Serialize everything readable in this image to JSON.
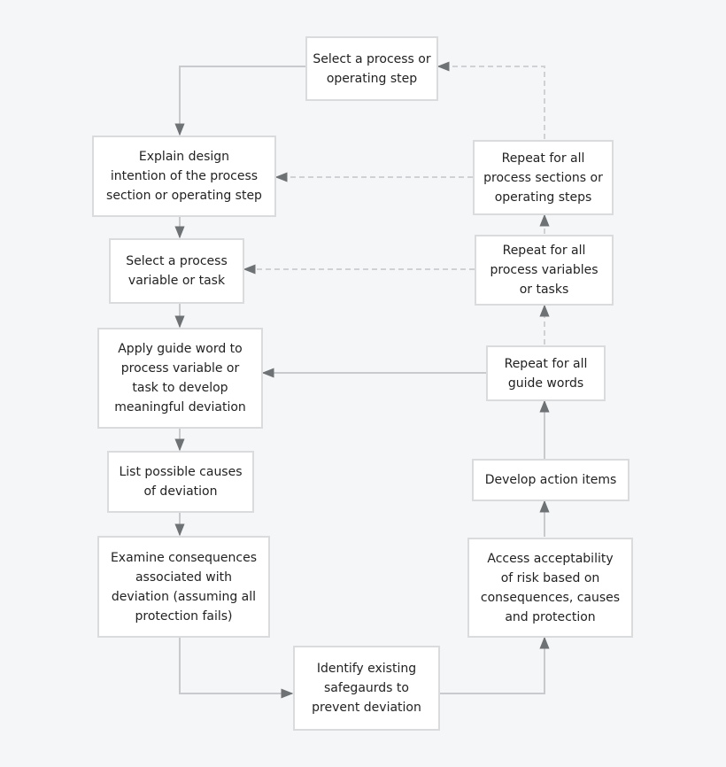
{
  "colors": {
    "background": "#f5f6f7",
    "box_fill": "#ffffff",
    "box_border": "#d9dbdd",
    "solid_line": "#c8cacd",
    "dashed_line": "#cfd1d4",
    "text": "#222222"
  },
  "nodes": {
    "select_step": "Select a process or\noperating step",
    "explain_intent": "Explain design\nintention of the process\nsection or operating step",
    "select_variable": "Select a process\nvariable or task",
    "apply_guide_word": "Apply guide word to\nprocess variable or\ntask to develop\nmeaningful deviation",
    "list_causes": "List possible causes\nof deviation",
    "examine_consequences": "Examine consequences\nassociated with\ndeviation (assuming all\nprotection fails)",
    "identify_safeguards": "Identify existing\nsafegaurds to\nprevent deviation",
    "assess_risk": "Access acceptability\nof risk based on\nconsequences, causes\nand protection",
    "develop_actions": "Develop action items",
    "repeat_guide_words": "Repeat for all\nguide words",
    "repeat_variables": "Repeat for all\nprocess variables\nor tasks",
    "repeat_sections": "Repeat for all\nprocess sections or\noperating steps"
  }
}
